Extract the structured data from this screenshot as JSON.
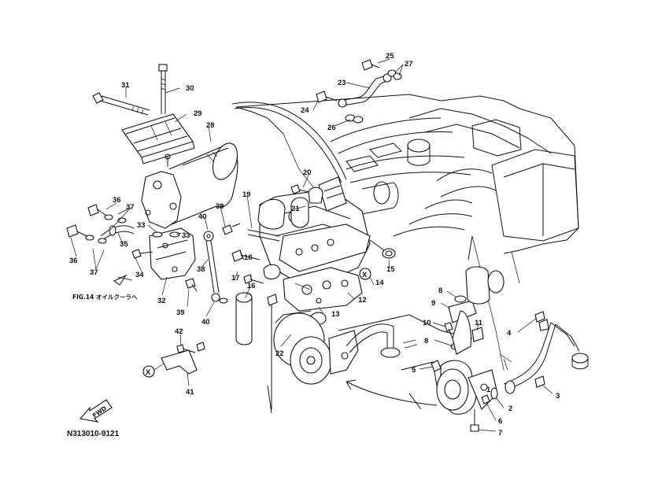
{
  "diagram": {
    "callouts": {
      "c1": "1",
      "c2": "2",
      "c3": "3",
      "c4": "4",
      "c5": "5",
      "c6": "6",
      "c7": "7",
      "c8a": "8",
      "c8b": "8",
      "c9": "9",
      "c10": "10",
      "c11": "11",
      "c12": "12",
      "c13": "13",
      "c14": "14",
      "c15": "15",
      "c16": "16",
      "c17": "17",
      "c18": "18",
      "c19": "19",
      "c20": "20",
      "c21": "21",
      "c22": "22",
      "c23": "23",
      "c24": "24",
      "c25": "25",
      "c26": "26",
      "c27": "27",
      "c28": "28",
      "c29": "29",
      "c30": "30",
      "c31": "31",
      "c32": "32",
      "c33a": "33",
      "c33b": "33",
      "c34": "34",
      "c35": "35",
      "c36a": "36",
      "c36b": "36",
      "c37a": "37",
      "c37b": "37",
      "c38": "38",
      "c39a": "39",
      "c39b": "39",
      "c40a": "40",
      "c40b": "40",
      "c41": "41",
      "c42": "42"
    },
    "marker_x1": "X",
    "marker_x2": "X",
    "reference_note": "FIG.14 オイルクーラへ",
    "fwd_label": "FWD",
    "figure_code": "N313010-9121"
  }
}
